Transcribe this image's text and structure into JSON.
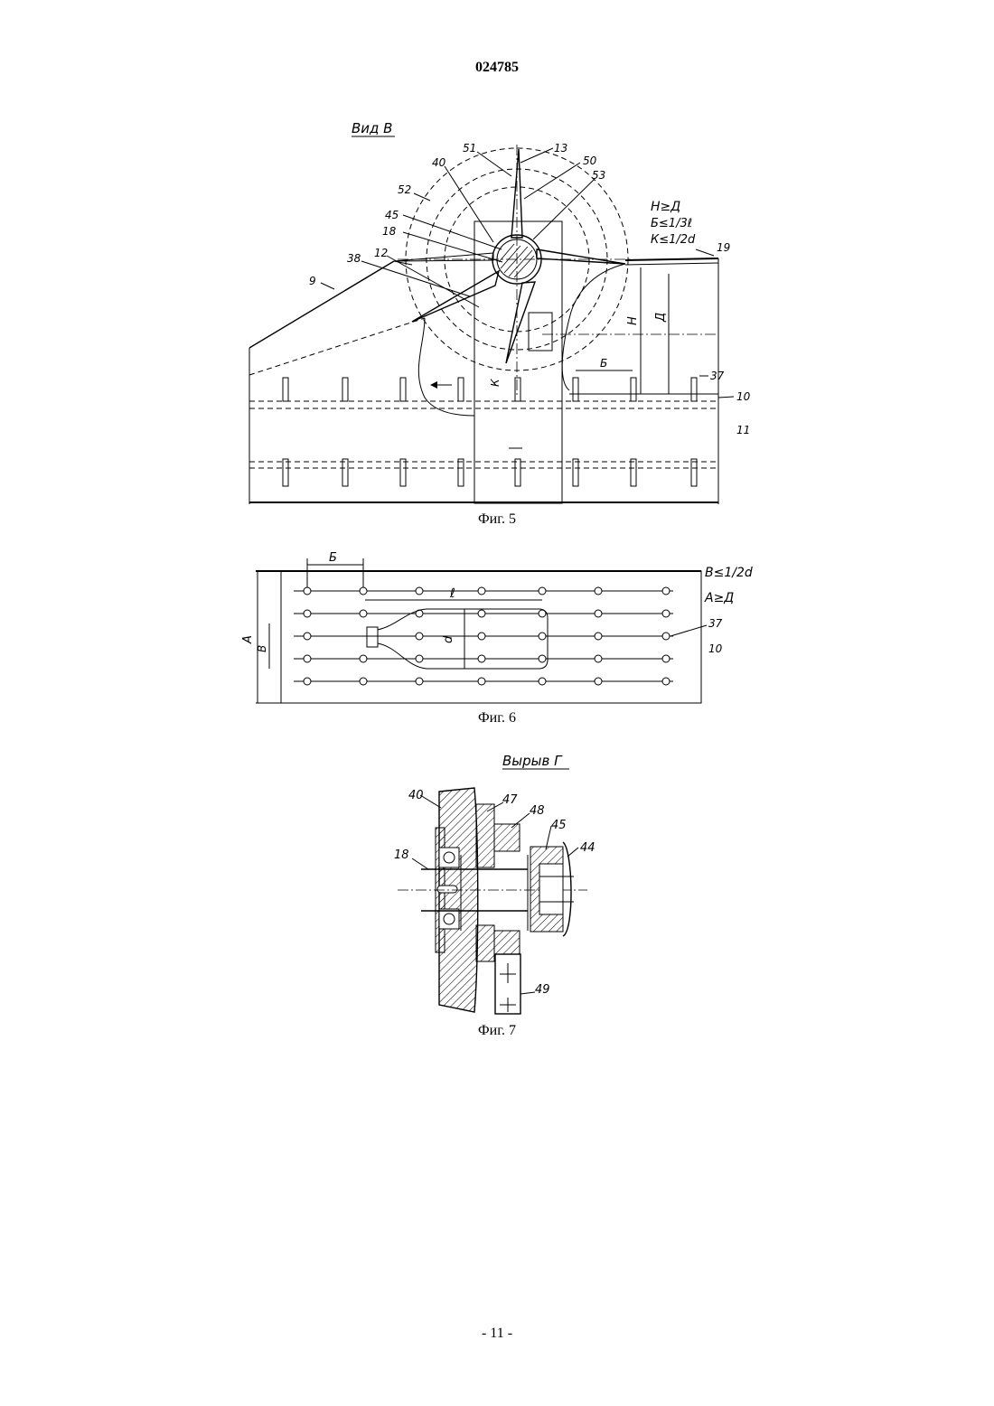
{
  "header": {
    "patent_number": "024785"
  },
  "fig5": {
    "view_title": "Вид В",
    "caption": "Фиг. 5",
    "conditions": [
      "H≥Д",
      "Б≤1/3ℓ",
      "К≤1/2d"
    ],
    "labels": {
      "l51": "51",
      "l13": "13",
      "l40": "40",
      "l50": "50",
      "l52": "52",
      "l53": "53",
      "l45": "45",
      "l18": "18",
      "l38": "38",
      "l12": "12",
      "l9": "9",
      "l19": "19",
      "l37": "37",
      "l10": "10",
      "l11": "11",
      "dimH": "H",
      "dimD": "Д",
      "dimB": "Б",
      "dimK": "К"
    }
  },
  "fig6": {
    "caption": "Фиг. 6",
    "conditions": [
      "В≤1/2d",
      "А≥Д"
    ],
    "labels": {
      "dimB": "Б",
      "dimE": "ℓ",
      "dimD": "d",
      "dimA": "А",
      "dimV": "В",
      "l37": "37",
      "l10": "10"
    }
  },
  "fig7": {
    "view_title": "Вырыв Г",
    "caption": "Фиг. 7",
    "labels": {
      "l40": "40",
      "l47": "47",
      "l48": "48",
      "l45": "45",
      "l44": "44",
      "l18": "18",
      "l49": "49"
    }
  },
  "footer": {
    "page_label": "- 11 -"
  }
}
